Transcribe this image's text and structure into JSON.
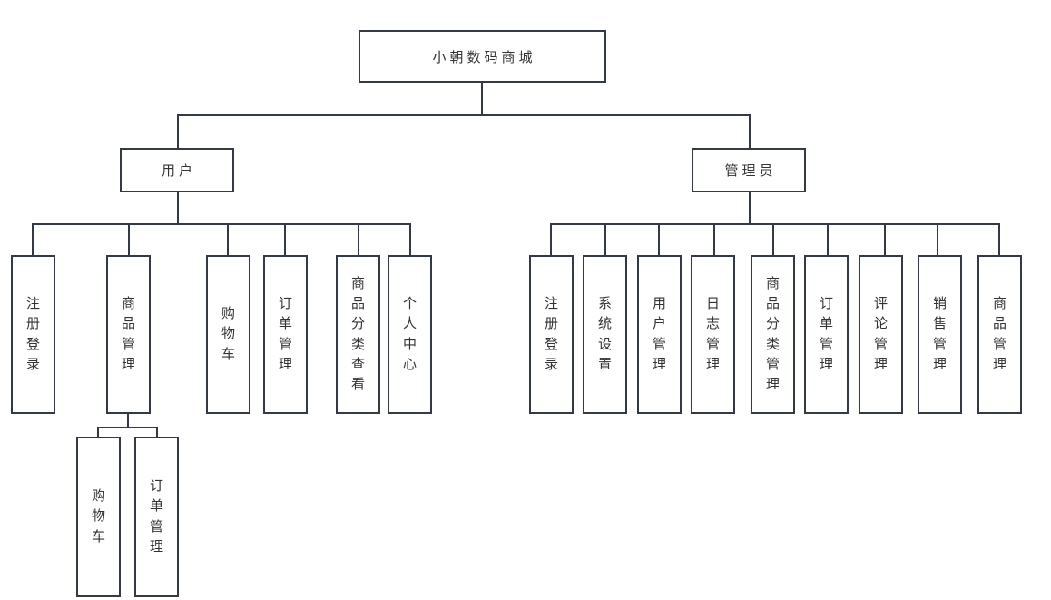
{
  "diagram": {
    "root": {
      "label": "小朝数码商城"
    },
    "user_branch": {
      "label": "用户",
      "children": [
        "注册登录",
        "商品管理",
        "购物车",
        "订单管理",
        "商品分类查看",
        "个人中心"
      ],
      "goods_management_children": [
        "购物车",
        "订单管理"
      ]
    },
    "admin_branch": {
      "label": "管理员",
      "children": [
        "注册登录",
        "系统设置",
        "用户管理",
        "日志管理",
        "商品分类管理",
        "订单管理",
        "评论管理",
        "销售管理",
        "商品管理"
      ]
    },
    "colors": {
      "line": "#333a45",
      "text": "#333333",
      "background": "#ffffff"
    }
  }
}
